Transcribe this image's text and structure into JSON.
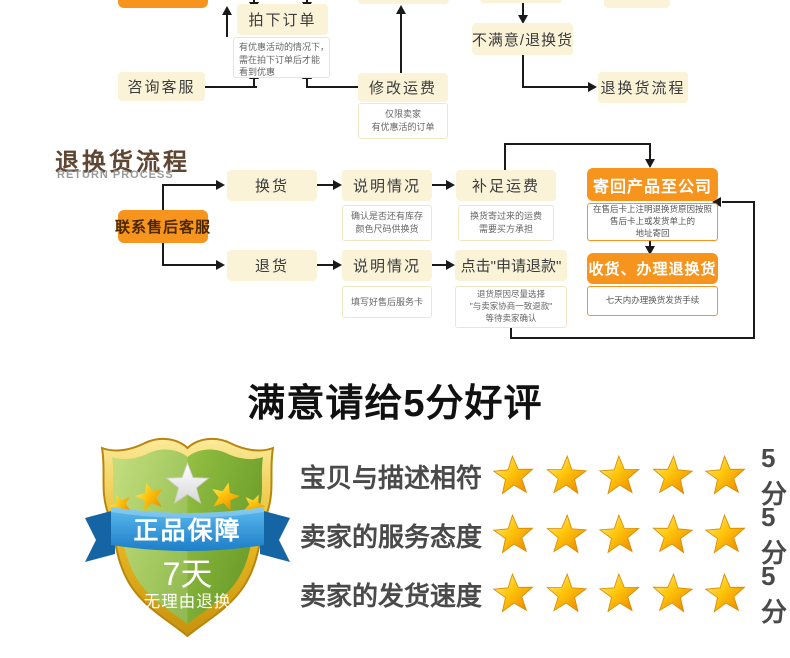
{
  "top_flow": {
    "place_order": "拍下订单",
    "place_order_note": [
      "有优惠活动的情况下，",
      "需在拍下订单后才能",
      "看到优惠"
    ],
    "consult": "咨询客服",
    "modify_fee": "修改运费",
    "modify_fee_note": [
      "仅限卖家",
      "有优惠活的订单"
    ],
    "unsatisfied": "不满意/退换货",
    "to_return_process": "退换货流程"
  },
  "return_flow": {
    "title": "退换货流程",
    "subtitle": "RETURN PROCESS",
    "contact": "联系售后客服",
    "exchange": "换货",
    "explain_exchange": "说明情况",
    "explain_exchange_note": [
      "确认是否还有库存",
      "颜色尺码供换货"
    ],
    "topup_fee": "补足运费",
    "topup_fee_note": [
      "换货寄过来的运费",
      "需要买方承担"
    ],
    "send_back": "寄回产品至公司",
    "send_back_note": [
      "在售后卡上注明退换货原因按照",
      "售后卡上或发货单上的",
      "地址寄回"
    ],
    "refund": "退货",
    "explain_refund": "说明情况",
    "explain_refund_note": [
      "填写好售后服务卡"
    ],
    "click_refund": "点击\"申请退款\"",
    "click_refund_note": [
      "退货原因尽量选择",
      "\"与卖家协商一致退款\"",
      "等待卖家确认"
    ],
    "receive": "收货、办理退换货",
    "receive_note": [
      "七天内办理换货发货手续"
    ]
  },
  "rating": {
    "title": "满意请给5分好评",
    "badge": {
      "ribbon_label": "正品保障",
      "days": "7天",
      "policy": "无理由退换"
    },
    "rows": [
      {
        "label": "宝贝与描述相符",
        "score": "5分"
      },
      {
        "label": "卖家的服务态度",
        "score": "5分"
      },
      {
        "label": "卖家的发货速度",
        "score": "5分"
      }
    ]
  },
  "colors": {
    "accent_orange": "#F7941E",
    "box_cream": "#FAF3D8",
    "star_gold": "#FFC50A",
    "ribbon_blue": "#2E96D5"
  }
}
